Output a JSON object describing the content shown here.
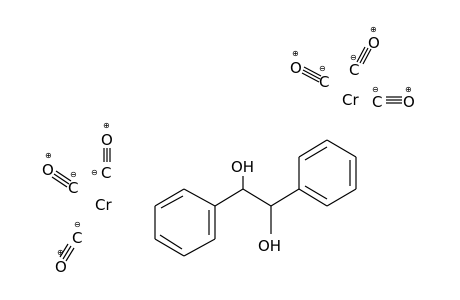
{
  "molecule": {
    "labels": {
      "cr": "Cr",
      "o": "O",
      "c": "C",
      "oh": "OH"
    },
    "charges": {
      "plus": "⊕",
      "minus": "⊖"
    }
  }
}
